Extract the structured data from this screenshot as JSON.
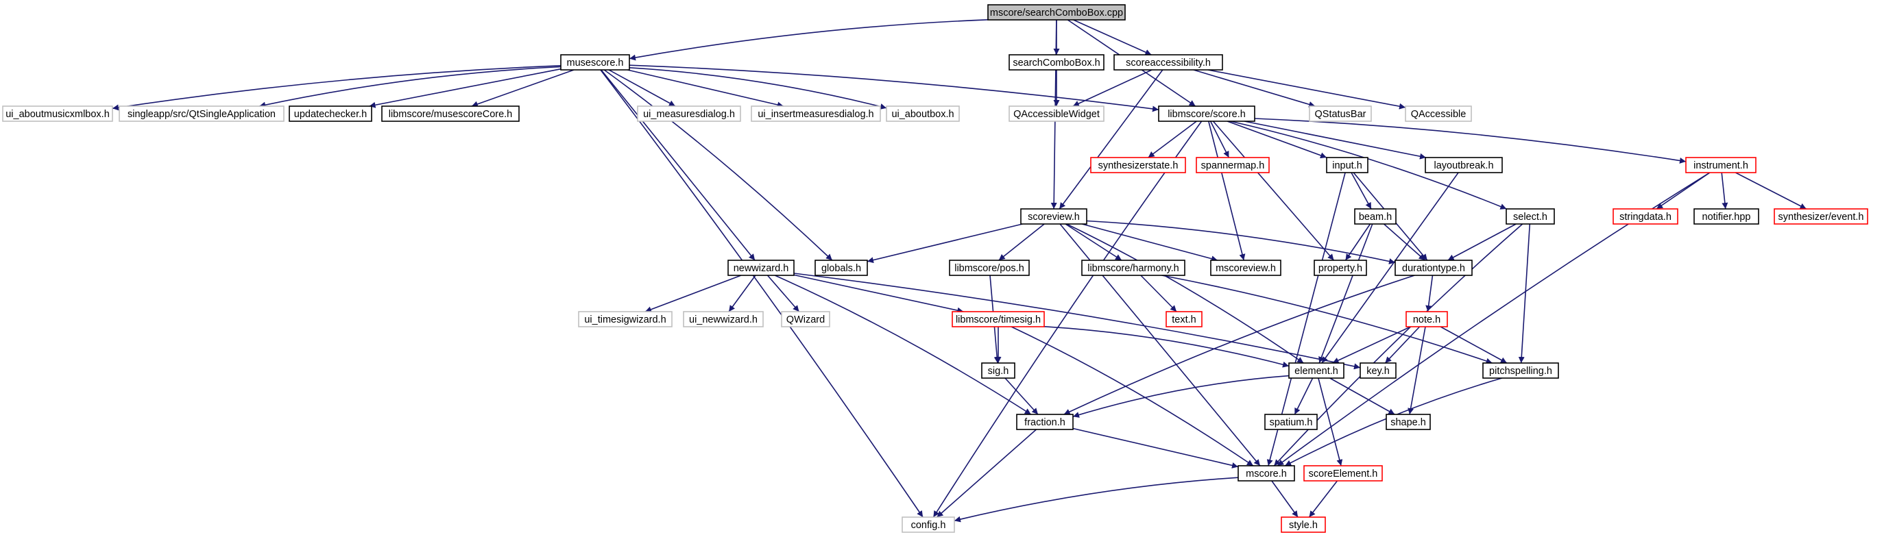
{
  "colors": {
    "edge": "#191970",
    "box_default": "#000000",
    "box_external": "#bfbfbf",
    "box_truncated": "#ff0000",
    "root_fill": "#bfbfbf"
  },
  "nodes": [
    {
      "id": "root",
      "label": "mscore/searchComboBox.cpp",
      "kind": "root"
    },
    {
      "id": "musescore",
      "label": "musescore.h",
      "kind": "normal"
    },
    {
      "id": "searchcombobox",
      "label": "searchComboBox.h",
      "kind": "normal"
    },
    {
      "id": "scoreaccessibility",
      "label": "scoreaccessibility.h",
      "kind": "normal"
    },
    {
      "id": "ui_aboutmusicxmlbox",
      "label": "ui_aboutmusicxmlbox.h",
      "kind": "external"
    },
    {
      "id": "qtsingleapp",
      "label": "singleapp/src/QtSingleApplication",
      "kind": "external"
    },
    {
      "id": "updatechecker",
      "label": "updatechecker.h",
      "kind": "normal"
    },
    {
      "id": "musescorecore",
      "label": "libmscore/musescoreCore.h",
      "kind": "normal"
    },
    {
      "id": "ui_measuresdialog",
      "label": "ui_measuresdialog.h",
      "kind": "external"
    },
    {
      "id": "ui_insertmeasuresdialog",
      "label": "ui_insertmeasuresdialog.h",
      "kind": "external"
    },
    {
      "id": "ui_aboutbox",
      "label": "ui_aboutbox.h",
      "kind": "external"
    },
    {
      "id": "qaccessiblewidget",
      "label": "QAccessibleWidget",
      "kind": "external"
    },
    {
      "id": "score",
      "label": "libmscore/score.h",
      "kind": "normal"
    },
    {
      "id": "qstatusbar",
      "label": "QStatusBar",
      "kind": "external"
    },
    {
      "id": "qaccessible",
      "label": "QAccessible",
      "kind": "external"
    },
    {
      "id": "synthesizerstate",
      "label": "synthesizerstate.h",
      "kind": "truncated"
    },
    {
      "id": "spannermap",
      "label": "spannermap.h",
      "kind": "truncated"
    },
    {
      "id": "input",
      "label": "input.h",
      "kind": "normal"
    },
    {
      "id": "layoutbreak",
      "label": "layoutbreak.h",
      "kind": "normal"
    },
    {
      "id": "instrument",
      "label": "instrument.h",
      "kind": "truncated"
    },
    {
      "id": "scoreview",
      "label": "scoreview.h",
      "kind": "normal"
    },
    {
      "id": "beam",
      "label": "beam.h",
      "kind": "normal"
    },
    {
      "id": "select",
      "label": "select.h",
      "kind": "normal"
    },
    {
      "id": "stringdata",
      "label": "stringdata.h",
      "kind": "truncated"
    },
    {
      "id": "notifier",
      "label": "notifier.hpp",
      "kind": "normal"
    },
    {
      "id": "synth_event",
      "label": "synthesizer/event.h",
      "kind": "truncated"
    },
    {
      "id": "newwizard",
      "label": "newwizard.h",
      "kind": "normal"
    },
    {
      "id": "globals",
      "label": "globals.h",
      "kind": "normal"
    },
    {
      "id": "pos",
      "label": "libmscore/pos.h",
      "kind": "normal"
    },
    {
      "id": "harmony",
      "label": "libmscore/harmony.h",
      "kind": "normal"
    },
    {
      "id": "mscoreview",
      "label": "mscoreview.h",
      "kind": "normal"
    },
    {
      "id": "property",
      "label": "property.h",
      "kind": "normal"
    },
    {
      "id": "durationtype",
      "label": "durationtype.h",
      "kind": "normal"
    },
    {
      "id": "ui_timesigwizard",
      "label": "ui_timesigwizard.h",
      "kind": "external"
    },
    {
      "id": "ui_newwizard",
      "label": "ui_newwizard.h",
      "kind": "external"
    },
    {
      "id": "qwizard",
      "label": "QWizard",
      "kind": "external"
    },
    {
      "id": "timesig",
      "label": "libmscore/timesig.h",
      "kind": "truncated"
    },
    {
      "id": "text",
      "label": "text.h",
      "kind": "truncated"
    },
    {
      "id": "note",
      "label": "note.h",
      "kind": "truncated"
    },
    {
      "id": "sig",
      "label": "sig.h",
      "kind": "normal"
    },
    {
      "id": "element",
      "label": "element.h",
      "kind": "normal"
    },
    {
      "id": "key",
      "label": "key.h",
      "kind": "normal"
    },
    {
      "id": "pitchspelling",
      "label": "pitchspelling.h",
      "kind": "normal"
    },
    {
      "id": "fraction",
      "label": "fraction.h",
      "kind": "normal"
    },
    {
      "id": "spatium",
      "label": "spatium.h",
      "kind": "normal"
    },
    {
      "id": "shape",
      "label": "shape.h",
      "kind": "normal"
    },
    {
      "id": "mscore",
      "label": "mscore.h",
      "kind": "normal"
    },
    {
      "id": "scoreelement",
      "label": "scoreElement.h",
      "kind": "truncated"
    },
    {
      "id": "config",
      "label": "config.h",
      "kind": "external"
    },
    {
      "id": "style",
      "label": "style.h",
      "kind": "truncated"
    }
  ],
  "edges": [
    [
      "root",
      "musescore"
    ],
    [
      "root",
      "searchcombobox"
    ],
    [
      "root",
      "scoreaccessibility"
    ],
    [
      "root",
      "score"
    ],
    [
      "root",
      "scoreview"
    ],
    [
      "musescore",
      "ui_aboutmusicxmlbox"
    ],
    [
      "musescore",
      "qtsingleapp"
    ],
    [
      "musescore",
      "updatechecker"
    ],
    [
      "musescore",
      "musescorecore"
    ],
    [
      "musescore",
      "ui_measuresdialog"
    ],
    [
      "musescore",
      "ui_insertmeasuresdialog"
    ],
    [
      "musescore",
      "ui_aboutbox"
    ],
    [
      "musescore",
      "score"
    ],
    [
      "musescore",
      "newwizard"
    ],
    [
      "musescore",
      "globals"
    ],
    [
      "musescore",
      "config"
    ],
    [
      "searchcombobox",
      "qaccessiblewidget"
    ],
    [
      "scoreaccessibility",
      "qaccessiblewidget"
    ],
    [
      "scoreaccessibility",
      "qstatusbar"
    ],
    [
      "scoreaccessibility",
      "qaccessible"
    ],
    [
      "scoreaccessibility",
      "scoreview"
    ],
    [
      "score",
      "synthesizerstate"
    ],
    [
      "score",
      "spannermap"
    ],
    [
      "score",
      "input"
    ],
    [
      "score",
      "layoutbreak"
    ],
    [
      "score",
      "instrument"
    ],
    [
      "score",
      "select"
    ],
    [
      "score",
      "mscoreview"
    ],
    [
      "score",
      "property"
    ],
    [
      "score",
      "config"
    ],
    [
      "input",
      "beam"
    ],
    [
      "input",
      "durationtype"
    ],
    [
      "input",
      "mscore"
    ],
    [
      "layoutbreak",
      "element"
    ],
    [
      "instrument",
      "stringdata"
    ],
    [
      "instrument",
      "notifier"
    ],
    [
      "instrument",
      "synth_event"
    ],
    [
      "instrument",
      "mscore"
    ],
    [
      "scoreview",
      "globals"
    ],
    [
      "scoreview",
      "pos"
    ],
    [
      "scoreview",
      "harmony"
    ],
    [
      "scoreview",
      "mscoreview"
    ],
    [
      "scoreview",
      "durationtype"
    ],
    [
      "scoreview",
      "element"
    ],
    [
      "scoreview",
      "mscore"
    ],
    [
      "beam",
      "property"
    ],
    [
      "beam",
      "durationtype"
    ],
    [
      "beam",
      "element"
    ],
    [
      "select",
      "durationtype"
    ],
    [
      "select",
      "pitchspelling"
    ],
    [
      "select",
      "mscore"
    ],
    [
      "newwizard",
      "ui_timesigwizard"
    ],
    [
      "newwizard",
      "ui_newwizard"
    ],
    [
      "newwizard",
      "qwizard"
    ],
    [
      "newwizard",
      "timesig"
    ],
    [
      "newwizard",
      "key"
    ],
    [
      "newwizard",
      "fraction"
    ],
    [
      "pos",
      "sig"
    ],
    [
      "harmony",
      "text"
    ],
    [
      "harmony",
      "pitchspelling"
    ],
    [
      "durationtype",
      "note"
    ],
    [
      "durationtype",
      "fraction"
    ],
    [
      "timesig",
      "sig"
    ],
    [
      "timesig",
      "element"
    ],
    [
      "timesig",
      "mscore"
    ],
    [
      "note",
      "element"
    ],
    [
      "note",
      "key"
    ],
    [
      "note",
      "pitchspelling"
    ],
    [
      "note",
      "shape"
    ],
    [
      "sig",
      "fraction"
    ],
    [
      "element",
      "spatium"
    ],
    [
      "element",
      "shape"
    ],
    [
      "element",
      "fraction"
    ],
    [
      "element",
      "scoreelement"
    ],
    [
      "pitchspelling",
      "mscore"
    ],
    [
      "fraction",
      "mscore"
    ],
    [
      "fraction",
      "config"
    ],
    [
      "mscore",
      "config"
    ],
    [
      "mscore",
      "style"
    ],
    [
      "scoreelement",
      "style"
    ]
  ]
}
